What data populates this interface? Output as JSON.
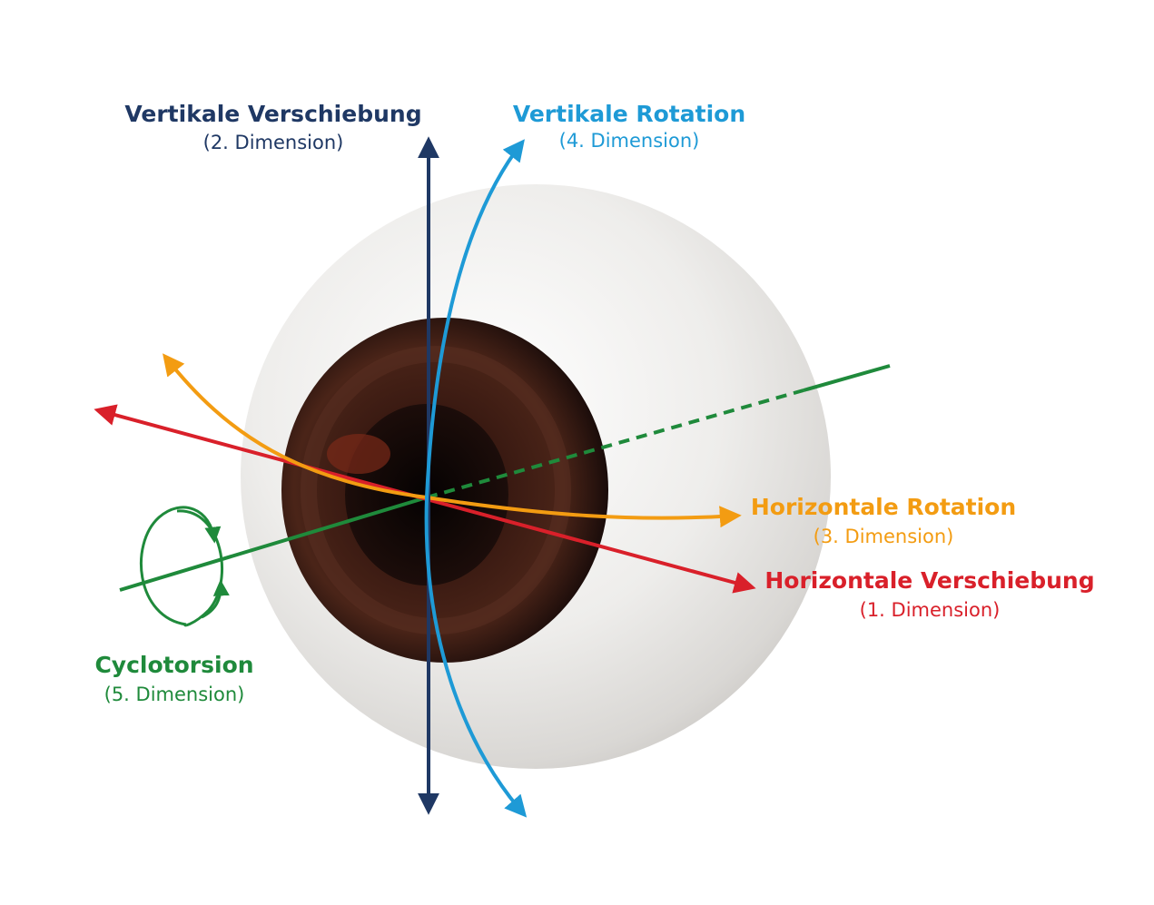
{
  "colors": {
    "vertical_translation": "#1f3864",
    "vertical_rotation": "#1e9ad6",
    "horizontal_rotation": "#f39c12",
    "horizontal_translation": "#d9202a",
    "cyclotorsion": "#1f8a3b",
    "sclera": "#f0efee",
    "iris": "#2a1410"
  },
  "labels": {
    "vertical_translation": {
      "title": "Vertikale Verschiebung",
      "sub": "(2. Dimension)"
    },
    "vertical_rotation": {
      "title": "Vertikale Rotation",
      "sub": "(4. Dimension)"
    },
    "horizontal_rotation": {
      "title": "Horizontale Rotation",
      "sub": "(3. Dimension)"
    },
    "horizontal_translation": {
      "title": "Horizontale Verschiebung",
      "sub": "(1. Dimension)"
    },
    "cyclotorsion": {
      "title": "Cyclotorsion",
      "sub": "(5. Dimension)"
    }
  }
}
